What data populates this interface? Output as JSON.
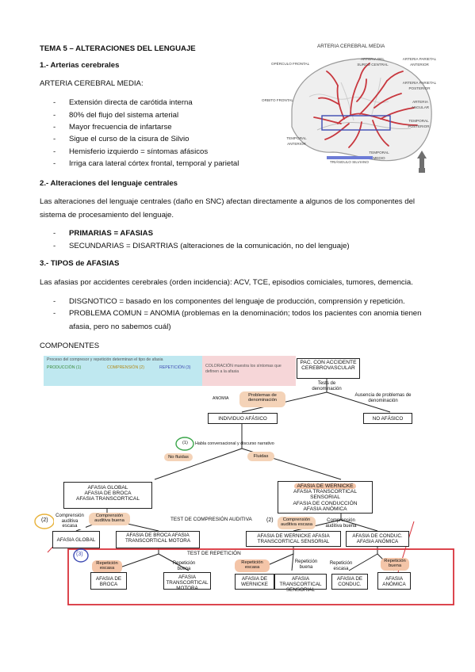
{
  "title": "TEMA 5 – ALTERACIONES DEL LENGUAJE",
  "s1": {
    "heading": "1.- Arterias cerebrales",
    "sub": "ARTERIA CEREBRAL MEDIA:",
    "items": [
      "Extensión directa de carótida interna",
      "80% del flujo del sistema arterial",
      "Mayor frecuencia de infartarse",
      "Sigue el curso de la cisura de Silvio",
      "Hemisferio izquierdo = síntomas afásicos",
      "Irriga cara lateral córtex frontal, temporal y parietal"
    ]
  },
  "figure": {
    "title": "ARTERIA CEREBRAL MEDIA",
    "labels": {
      "opercular": "OPÉRCULO FRONTAL",
      "arteria_surco": "ARTERIA DEL SURCO CENTRAL",
      "parietal_ant": "ARTERIA PARIETAL ANTERIOR",
      "parietal_post": "ARTERIA PARIETAL POSTERIOR",
      "orbito": "ORBITO FRONTAL",
      "angular": "ARTERIA ANGULAR",
      "temporal_ant": "TEMPORAL ANTERIOR",
      "temporal_post": "TEMPORAL POSTERIOR",
      "temporal_medio": "TEMPORAL MEDIO",
      "triangulo": "TRIÁNGULO SILVIANO"
    }
  },
  "s2": {
    "heading": "2.- Alteraciones del lenguaje centrales",
    "para": "Las alteraciones del lenguaje centrales (daño en SNC) afectan directamente a algunos de los componentes del sistema de procesamiento del lenguaje.",
    "items": [
      {
        "bold": true,
        "text": "PRIMARIAS = AFASIAS"
      },
      {
        "bold": false,
        "text": "SECUNDARIAS = DISARTRIAS (alteraciones de la comunicación, no del lenguaje)"
      }
    ]
  },
  "s3": {
    "heading": "3.- TIPOS de AFASIAS",
    "para": "Las afasias por accidentes cerebrales (orden incidencia): ACV, TCE, episodios comiciales, tumores, demencia.",
    "item1": "DISGNOTICO = basado en los componentes del lenguaje de producción, comprensión y repetición.",
    "item2": "PROBLEMA COMUN = ANOMIA (problemas en la denominación; todos los pacientes con anomia tienen afasia, pero no sabemos cuál)",
    "components": "COMPONENTES"
  },
  "diagram": {
    "top_box": "PAC. CON ACCIDENTE CEREBROVASCULAR",
    "tests_denom": "Tests de denominación",
    "anomia": "ANOMIA",
    "problemas_denom": "Problemas de denominación",
    "ausencia": "Ausencia de problemas de denominación",
    "individuo": "INDIVIDUO AFÁSICO",
    "no_afasico": "NO AFÁSICO",
    "habla": "Habla conversacional y discurso narrativo",
    "no_fluidas": "No fluidas",
    "fluidas": "Fluidas",
    "left_group": [
      "AFASIA GLOBAL",
      "AFASIA DE BROCA",
      "AFASIA TRANSCORTICAL"
    ],
    "right_group": [
      "AFASIA DE WERNICKE",
      "AFASIA TRANSCORTICAL SENSORIAL",
      "AFASIA DE CONDUCCIÓN",
      "AFASIA ANÓMICA"
    ],
    "test_comprension": "TEST DE COMPRESIÓN AUDITIVA",
    "comp_escasa": "Comprensión auditiva escasa",
    "comp_buena": "Comprensión auditiva buena",
    "global": "AFASIA GLOBAL",
    "broca_tm": "AFASIA DE BROCA AFASIA TRANSCORTICAL MOTORA",
    "wernicke_ts": "AFASIA DE WERNICKE AFASIA TRANSCORTICAL SENSORIAL",
    "conduc_anom": "AFASIA DE CONDUC. AFASIA ANÓMICA",
    "test_repeticion": "TEST DE REPETICIÓN",
    "rep_escasa": "Repetición escasa",
    "rep_buena": "Repetición buena",
    "leaf": [
      "AFASIA DE BROCA",
      "AFASIA TRANSCORTICAL MOTORA",
      "AFASIA DE WERNICKE",
      "AFASIA TRANSCORTICAL SENSORIAL",
      "AFASIA DE CONDUC.",
      "AFASIA ANÓMICA"
    ],
    "mark1": "(1)",
    "mark2": "(2)",
    "mark3": "(3)",
    "legend_note": "Proceso del compresor y repetición determinan el tipo de afasia",
    "legend_prod": "PRODUCCIÓN (1)",
    "legend_comp": "COMPRENSIÓN (2)",
    "legend_rep": "REPETICIÓN (3)",
    "legend_nb": "COLORACIÓN muestra los síntomas que definen a la afasia"
  }
}
